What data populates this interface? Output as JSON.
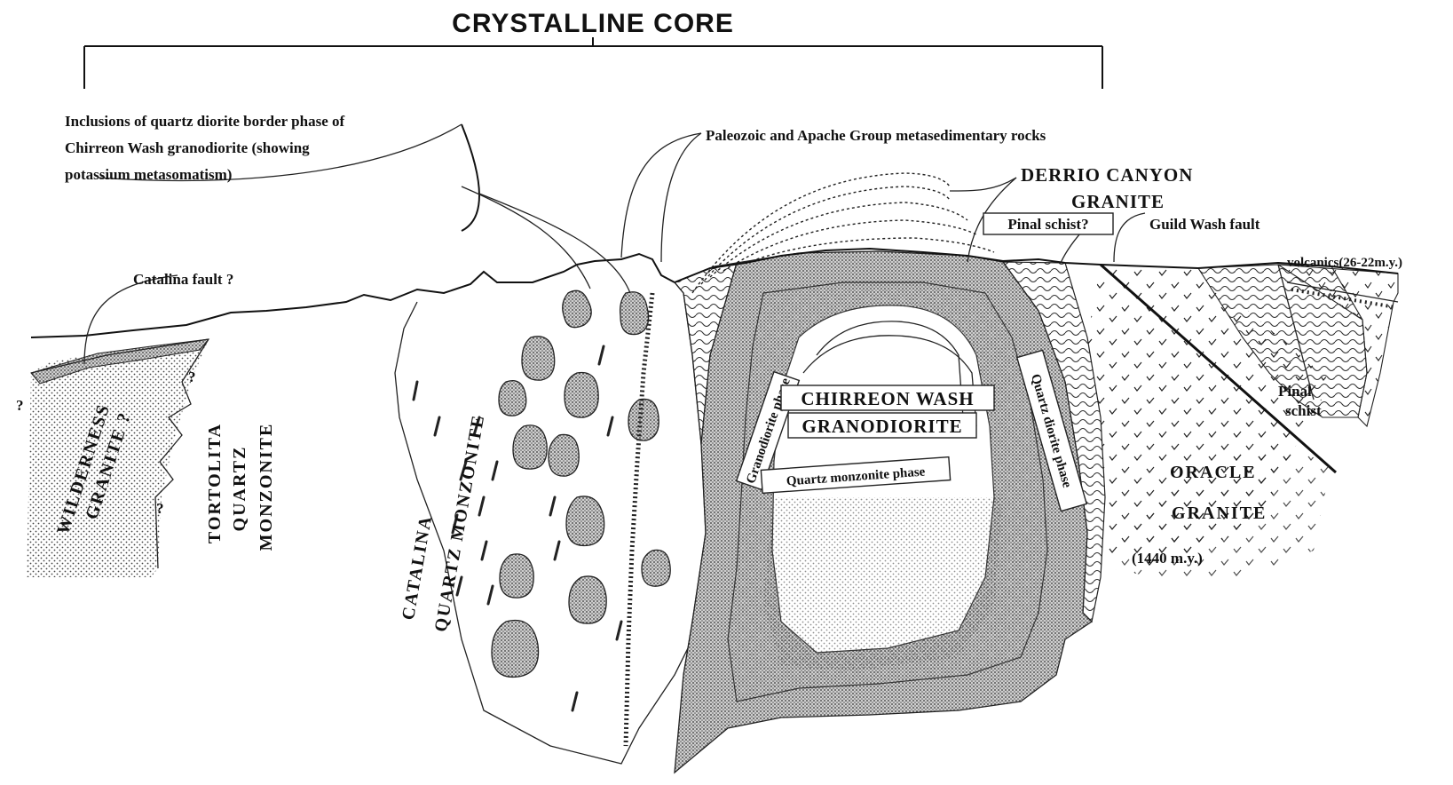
{
  "diagram": {
    "title": "CRYSTALLINE CORE",
    "labels": {
      "inclusions_line1": "Inclusions of quartz diorite border phase of",
      "inclusions_line2": "Chirreon Wash granodiorite (showing",
      "inclusions_line3": "potassium metasomatism)",
      "paleozoic": "Paleozoic and Apache Group metasedimentary rocks",
      "derrio_line1": "DERRIO CANYON",
      "derrio_line2": "GRANITE",
      "pinal_schist_q": "Pinal schist?",
      "guild_wash": "Guild Wash fault",
      "catalina_fault": "Catalina fault ?",
      "volcanics": "volcanics(26-22m.y.)",
      "wilderness_line1": "WILDERNESS",
      "wilderness_line2": "GRANITE ?",
      "tortolita_line1": "TORTOLITA",
      "tortolita_line2": "QUARTZ",
      "tortolita_line3": "MONZONITE",
      "catalina_line1": "CATALINA",
      "catalina_line2": "QUARTZ MONZONITE",
      "granodiorite_phase": "Granodiorite phase",
      "chirreon_line1": "CHIRREON  WASH",
      "chirreon_line2": "GRANODIORITE",
      "quartz_diorite_phase": "Quartz diorite phase",
      "quartz_monzonite_phase": "Quartz monzonite phase",
      "pinal_schist_line1": "Pinal",
      "pinal_schist_line2": "schist",
      "oracle_line1": "ORACLE",
      "oracle_line2": "GRANITE",
      "oracle_age": "(1440 m.y.)",
      "q1": "?",
      "q2": "?",
      "q3": "?"
    }
  }
}
